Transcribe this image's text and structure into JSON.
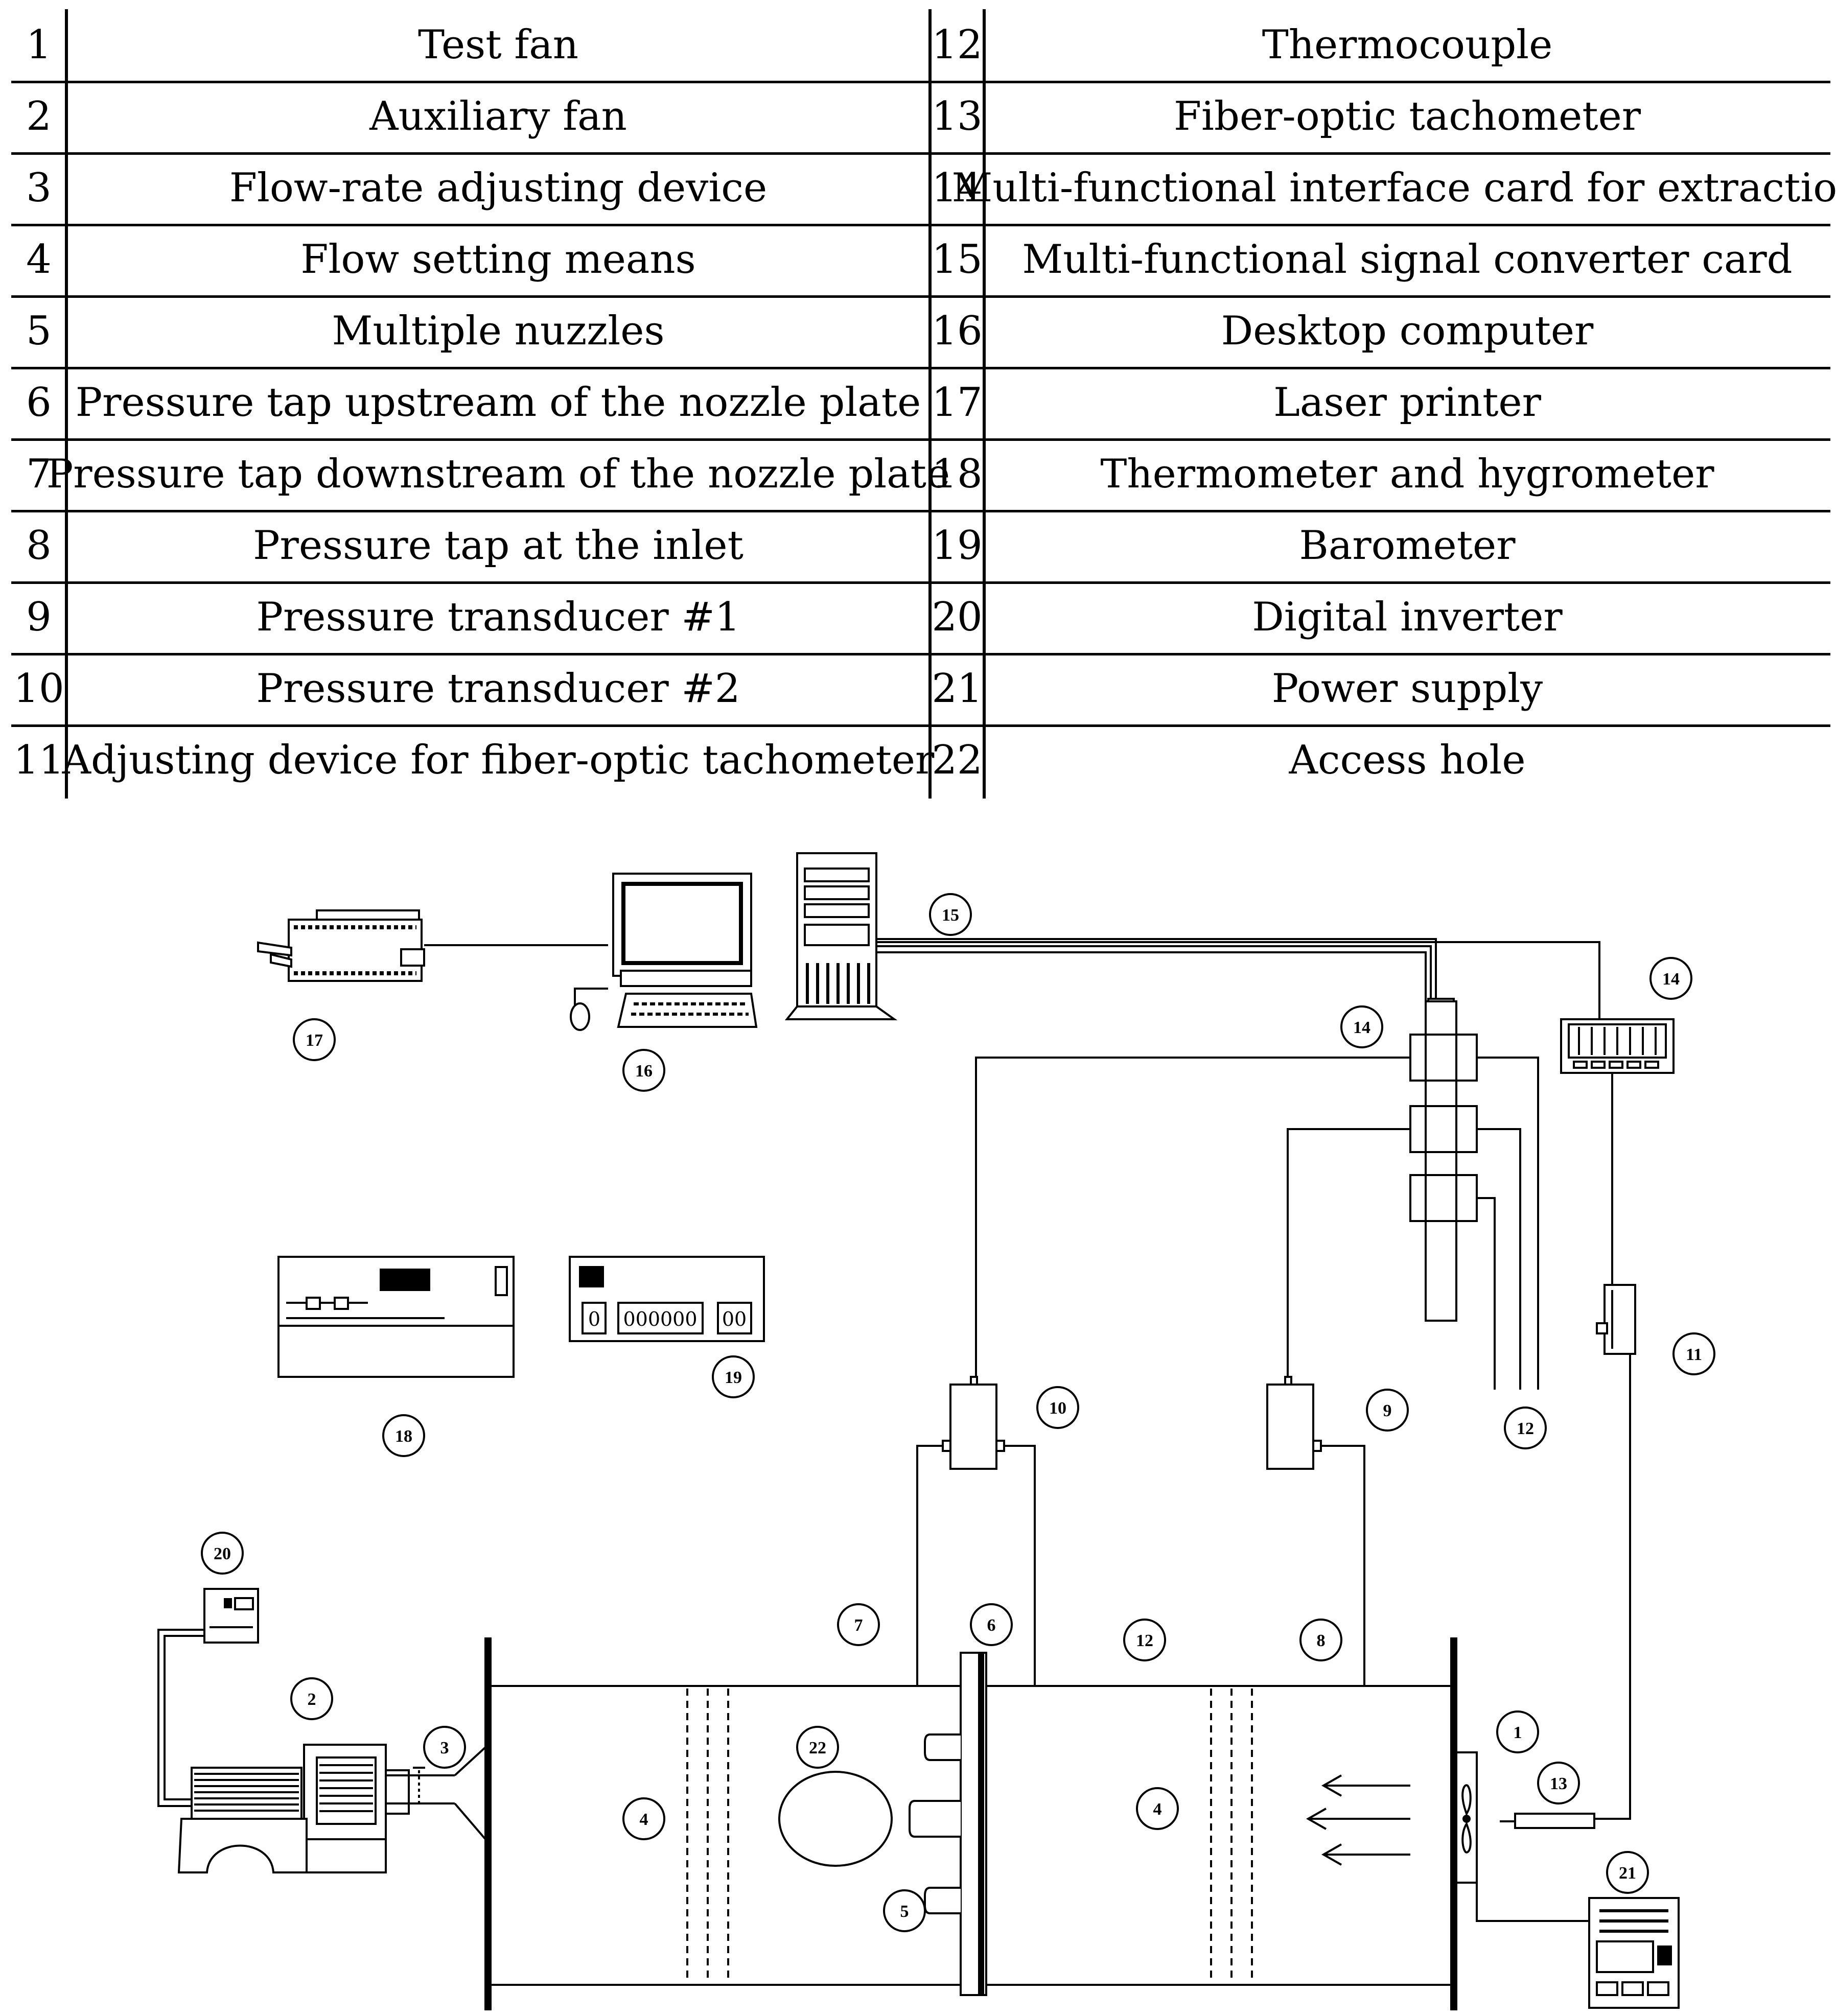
{
  "legend": {
    "left": [
      {
        "num": "1",
        "label": "Test fan"
      },
      {
        "num": "2",
        "label": "Auxiliary fan"
      },
      {
        "num": "3",
        "label": "Flow-rate adjusting device"
      },
      {
        "num": "4",
        "label": "Flow setting means"
      },
      {
        "num": "5",
        "label": "Multiple nuzzles"
      },
      {
        "num": "6",
        "label": "Pressure tap upstream of the nozzle plate"
      },
      {
        "num": "7",
        "label": "Pressure tap downstream of the nozzle plate"
      },
      {
        "num": "8",
        "label": "Pressure tap at the inlet"
      },
      {
        "num": "9",
        "label": "Pressure transducer #1"
      },
      {
        "num": "10",
        "label": "Pressure transducer #2"
      },
      {
        "num": "11",
        "label": "Adjusting device for fiber-optic tachometer"
      }
    ],
    "right": [
      {
        "num": "12",
        "label": "Thermocouple"
      },
      {
        "num": "13",
        "label": "Fiber-optic tachometer"
      },
      {
        "num": "14",
        "label": "Multi-functional interface card for extraction"
      },
      {
        "num": "15",
        "label": "Multi-functional signal converter card"
      },
      {
        "num": "16",
        "label": "Desktop computer"
      },
      {
        "num": "17",
        "label": "Laser printer"
      },
      {
        "num": "18",
        "label": "Thermometer and hygrometer"
      },
      {
        "num": "19",
        "label": "Barometer"
      },
      {
        "num": "20",
        "label": "Digital inverter"
      },
      {
        "num": "21",
        "label": "Power supply"
      },
      {
        "num": "22",
        "label": "Access hole"
      }
    ]
  },
  "diagram": {
    "callouts": {
      "c1": "1",
      "c2": "2",
      "c3": "3",
      "c4a": "4",
      "c4b": "4",
      "c5": "5",
      "c6": "6",
      "c7": "7",
      "c8": "8",
      "c9": "9",
      "c10": "10",
      "c11": "11",
      "c12a": "12",
      "c12b": "12",
      "c13": "13",
      "c14a": "14",
      "c14b": "14",
      "c15": "15",
      "c16": "16",
      "c17": "17",
      "c18": "18",
      "c19": "19",
      "c20": "20",
      "c21": "21",
      "c22": "22"
    },
    "barometer_display": "000000",
    "barometer_left_digit": "0",
    "barometer_right_digits": "00"
  }
}
